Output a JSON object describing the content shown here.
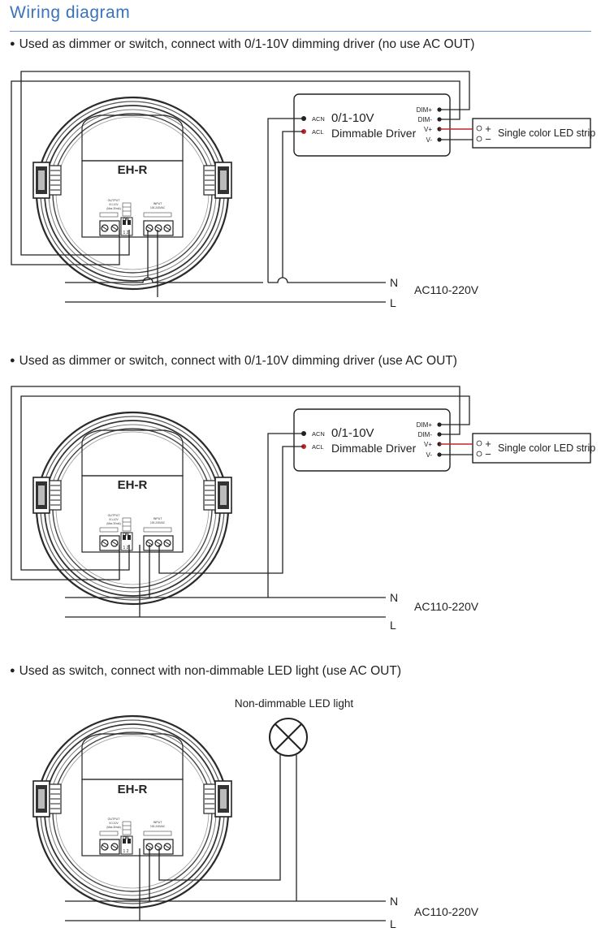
{
  "header": {
    "title": "Wiring diagram"
  },
  "sections": [
    {
      "caption": "Used as dimmer or switch, connect with 0/1-10V dimming driver (no use AC OUT)"
    },
    {
      "caption": "Used as dimmer or switch, connect with 0/1-10V dimming driver (use AC OUT)"
    },
    {
      "caption": "Used as switch, connect with non-dimmable LED light (use AC OUT)"
    }
  ],
  "device": {
    "model": "EH-R",
    "output_label": "OUTPUT",
    "output_sub1": "0/1-10V",
    "output_sub2": "(Max.30mA)",
    "input_label": "INPUT",
    "input_sub": "100-240VAC",
    "dip_label": "ON",
    "dip_nums": "1 2"
  },
  "driver": {
    "acn": "ACN",
    "acl": "ACL",
    "line1": "0/1-10V",
    "line2": "Dimmable Driver",
    "dim_plus": "DIM+",
    "dim_minus": "DIM-",
    "v_plus": "V+",
    "v_minus": "V-"
  },
  "strip": {
    "label": "Single color LED strip",
    "plus": "+",
    "minus": "−"
  },
  "mains": {
    "n": "N",
    "l": "L",
    "voltage": "AC110-220V"
  },
  "lamp": {
    "label": "Non-dimmable LED light"
  },
  "colors": {
    "title": "#3b73b9",
    "acl_dot": "#c0262c",
    "wire_red": "#c0262c",
    "line": "#222222"
  }
}
